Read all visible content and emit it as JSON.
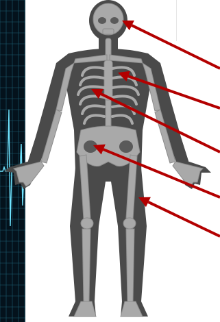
{
  "colors": {
    "ecg_background": "#04121c",
    "ecg_grid": "#1d5f73",
    "ecg_trace": "#6fe4ff",
    "body_silhouette": "#4a4a4a",
    "bone": "#a9a9a9",
    "bone_dark": "#8c8c8c",
    "arrow": "#b30000"
  },
  "icons": {
    "ecg_strip": "ecg-waveform-icon",
    "figure": "skeleton-body-figure"
  },
  "callouts": [
    {
      "name": "skull-arrow",
      "target": "skull"
    },
    {
      "name": "sternum-arrow",
      "target": "sternum"
    },
    {
      "name": "ribs-arrow",
      "target": "ribs"
    },
    {
      "name": "pelvis-arrow",
      "target": "pelvis"
    },
    {
      "name": "femur-arrow",
      "target": "femur"
    }
  ]
}
